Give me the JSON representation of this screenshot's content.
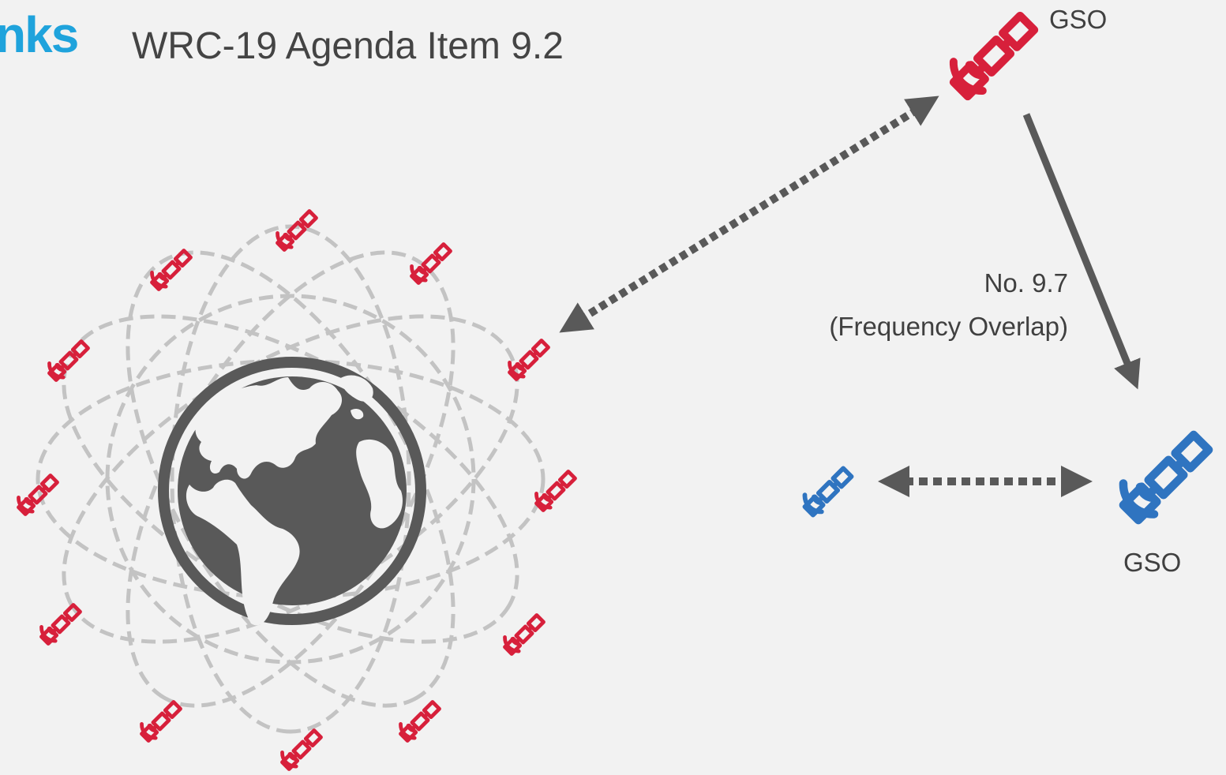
{
  "header": {
    "brand_fragment": "nks",
    "title": "WRC-19 Agenda Item 9.2"
  },
  "labels": {
    "gso_top": "GSO",
    "gso_bottom": "GSO",
    "rule": "No. 9.7",
    "rule_detail": "(Frequency Overlap)"
  },
  "colors": {
    "background": "#f2f2f2",
    "brand": "#1fa3dc",
    "ngso_satellite": "#d7203b",
    "gso_satellite": "#2f74c0",
    "earth": "#595959",
    "orbit": "#c3c3c3",
    "arrow": "#595959"
  },
  "icons": {
    "earth": "globe-icon",
    "satellite": "satellite-icon"
  }
}
